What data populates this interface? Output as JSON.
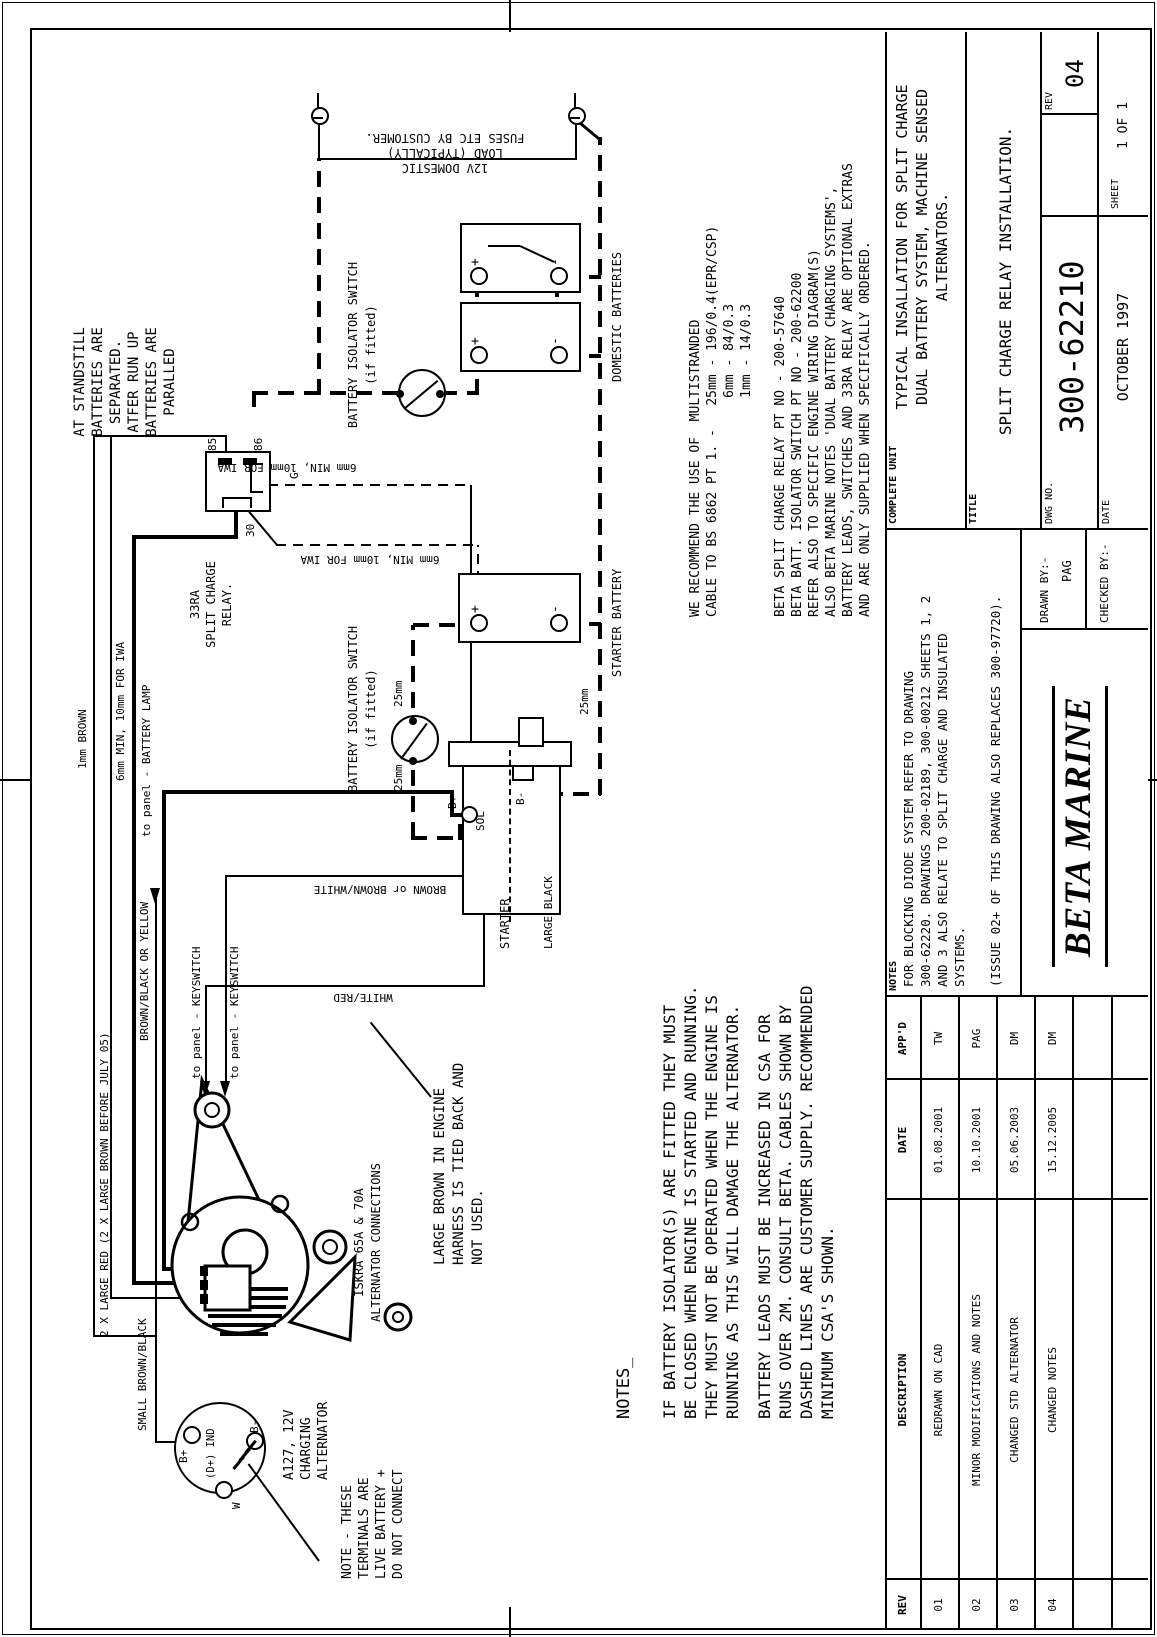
{
  "colors": {
    "ink": "#000000",
    "paper": "#ffffff"
  },
  "title_block": {
    "complete_unit_label": "COMPLETE UNIT",
    "complete_unit": [
      "TYPICAL INSALLATION FOR SPLIT CHARGE",
      "DUAL BATTERY SYSTEM, MACHINE SENSED",
      "ALTERNATORS."
    ],
    "title_label": "TITLE",
    "title": "SPLIT CHARGE RELAY INSTALLATION.",
    "dwg_no_label": "DWG NO.",
    "dwg_no": "300-62210",
    "date_label": "DATE",
    "date": "OCTOBER 1997",
    "rev_label": "REV",
    "rev": "04",
    "sheet_label": "SHEET",
    "sheet": "1 OF 1",
    "notes_label": "NOTES",
    "notes": [
      "FOR BLOCKING DIODE SYSTEM REFER TO DRAWING",
      "300-62220. DRAWINGS 200-02189, 300-00212 SHEETS 1, 2",
      "AND 3 ALSO RELATE TO SPLIT CHARGE AND INSULATED",
      "SYSTEMS."
    ],
    "issue_note": "(ISSUE 02+ OF THIS DRAWING ALSO REPLACES 300-97720).",
    "logo": "BETA MARINE",
    "drawn_by_label": "DRAWN BY:-",
    "drawn_by": "PAG",
    "checked_by_label": "CHECKED BY:-"
  },
  "revision_table": {
    "headers": [
      "REV",
      "DESCRIPTION",
      "DATE",
      "APP'D"
    ],
    "rows": [
      [
        "01",
        "REDRAWN ON CAD",
        "01.08.2001",
        "TW"
      ],
      [
        "02",
        "MINOR MODIFICATIONS AND NOTES",
        "10.10.2001",
        "PAG"
      ],
      [
        "03",
        "CHANGED STD ALTERNATOR",
        "05.06.2003",
        "DM"
      ],
      [
        "04",
        "CHANGED NOTES",
        "15.12.2005",
        "DM"
      ]
    ]
  },
  "notes_block": {
    "heading": "NOTES_",
    "para1": [
      "IF BATTERY ISOLATOR(S) ARE FITTED THEY MUST",
      "BE CLOSED WHEN ENGINE IS STARTED AND RUNNING.",
      "THEY MUST NOT BE OPERATED WHEN THE ENGINE IS",
      "RUNNING AS THIS WILL DAMAGE THE ALTERNATOR."
    ],
    "para2": [
      "BATTERY LEADS MUST BE INCREASED IN CSA FOR",
      "RUNS OVER 2M. CONSULT BETA. CABLES SHOWN BY",
      "DASHED LINES ARE CUSTOMER SUPPLY. RECOMMENDED",
      "MINIMUM CSA'S SHOWN."
    ]
  },
  "cable_note": {
    "lines": [
      "WE RECOMMEND THE USE OF  MULTISTRANDED",
      "CABLE TO BS 6862 PT 1. -   25mm - 196/0.4(EPR/CSP)",
      "                            6mm - 84/0.3",
      "                            1mm - 14/0.3",
      "",
      "BETA SPLIT CHARGE RELAY PT NO - 200-57640",
      "BETA BATT. ISOLATOR SWITCH PT NO - 200-62200",
      "REFER ALSO TO SPECIFIC ENGINE WIRING DIAGRAM(S)",
      "ALSO BETA MARINE NOTES 'DUAL BATTERY CHARGING SYSTEMS',",
      "BATTERY LEADS, SWITCHES AND 33RA RELAY ARE OPTIONAL EXTRAS",
      "AND ARE ONLY SUPPLIED WHEN SPECIFICALLY ORDERED."
    ]
  },
  "labels": {
    "at_standstill": [
      "AT STANDSTILL",
      "BATTERIES ARE",
      "SEPARATED.",
      "ATFER RUN UP",
      "BATTERIES ARE",
      "PARALLED"
    ],
    "relay_33ra": [
      "33RA",
      "SPLIT CHARGE",
      "RELAY."
    ],
    "pin85": "85",
    "pin86": "86",
    "pin30": "30",
    "pinG": "G",
    "iwa_6mm": "6mm MIN, 10mm FOR IWA",
    "brown_1mm": "1mm BROWN",
    "large_red": "2 X LARGE RED (2 X LARGE BROWN BEFORE JULY 05)",
    "small_brown_black": "SMALL BROWN/BLACK",
    "to_panel_battery_lamp": "to panel - BATTERY LAMP",
    "to_panel_keyswitch": "to panel - KEYSWITCH",
    "brown_black_yellow": "BROWN/BLACK OR YELLOW",
    "brown_or_brown_white": "BROWN or BROWN/WHITE",
    "white_red": "WHITE/RED",
    "battery_isolator_switch": "BATTERY ISOLATOR SWITCH",
    "if_fitted": "(if fitted)",
    "starter_battery": "STARTER BATTERY",
    "domestic_batteries": "DOMESTIC BATTERIES",
    "starter": "STARTER",
    "large_black": "LARGE BLACK",
    "b_plus": "B+",
    "sol": "SOL",
    "b_minus": "B-",
    "mm25": "25mm",
    "domestic_load": [
      "12V DOMESTIC",
      "LOAD (TYPICALLY)",
      "FUSES ETC BY CUSTOMER."
    ],
    "iskra": [
      "ISKRA 65A & 70A",
      "ALTERNATOR CONNECTIONS"
    ],
    "large_brown_note": [
      "LARGE BROWN IN ENGINE",
      "HARNESS IS TIED BACK AND",
      "NOT USED."
    ],
    "a127": [
      "A127, 12V",
      "CHARGING",
      "ALTERNATOR"
    ],
    "terminals_note": [
      "NOTE - THESE",
      "TERMINALS ARE",
      "LIVE BATTERY +",
      "DO NOT CONNECT"
    ],
    "alt_d_ind": "(D+) IND",
    "alt_w": "W",
    "plus": "+",
    "minus": "-"
  }
}
